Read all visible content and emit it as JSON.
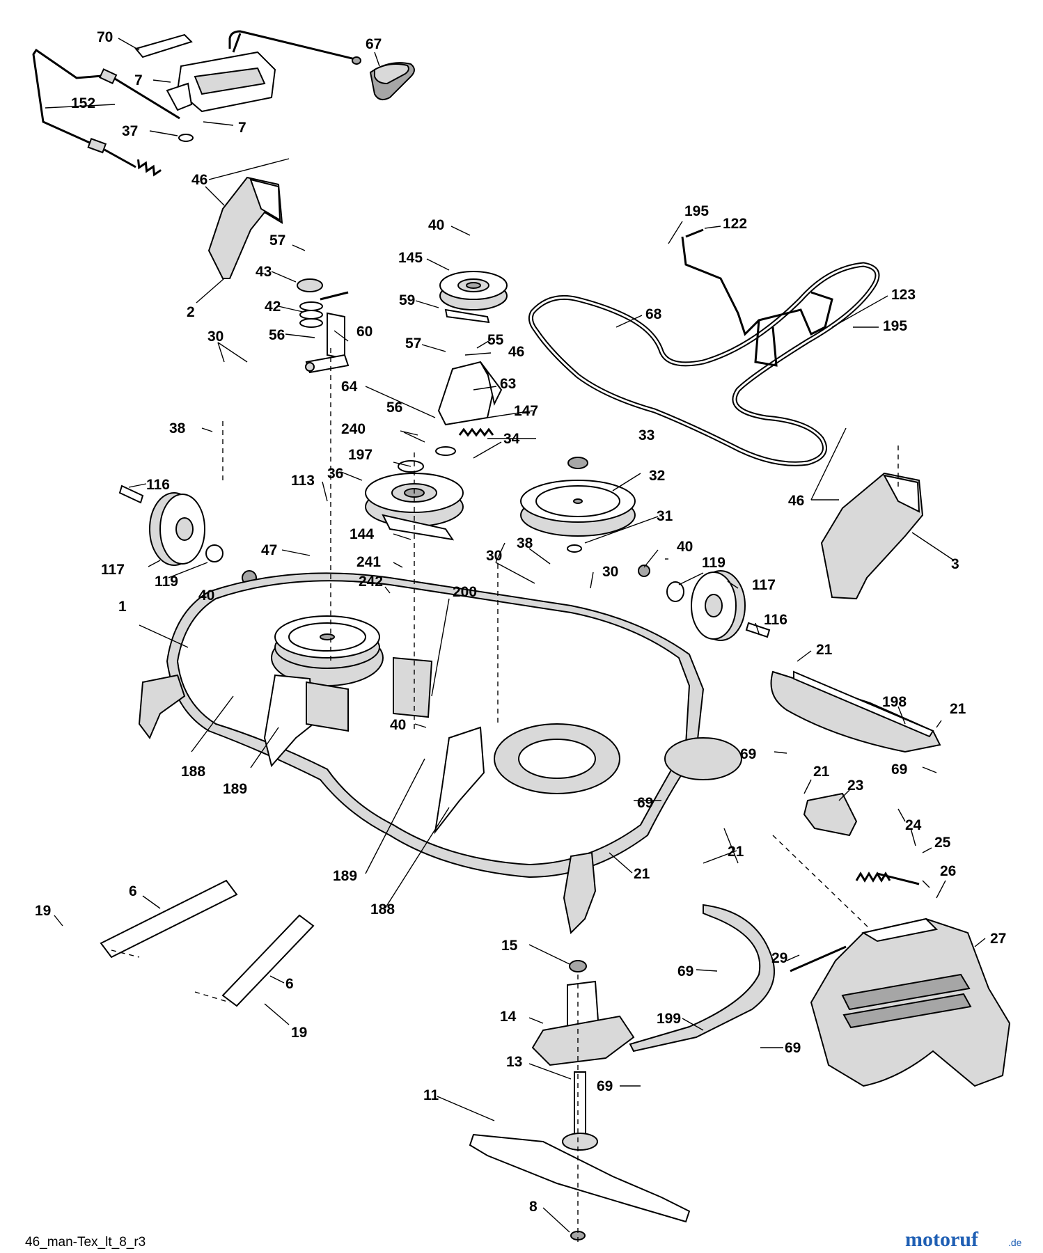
{
  "diagram": {
    "figure_code": "46_man-Tex_lt_8_r3",
    "watermark": {
      "name": "motoruf",
      "suffix": ".de"
    }
  },
  "labels": [
    {
      "text": "70"
    },
    {
      "text": "67"
    },
    {
      "text": "7"
    },
    {
      "text": "152"
    },
    {
      "text": "7"
    },
    {
      "text": "37"
    },
    {
      "text": "46"
    },
    {
      "text": "40"
    },
    {
      "text": "195"
    },
    {
      "text": "122"
    },
    {
      "text": "57"
    },
    {
      "text": "145"
    },
    {
      "text": "43"
    },
    {
      "text": "59"
    },
    {
      "text": "2"
    },
    {
      "text": "42"
    },
    {
      "text": "123"
    },
    {
      "text": "68"
    },
    {
      "text": "195"
    },
    {
      "text": "60"
    },
    {
      "text": "30"
    },
    {
      "text": "56"
    },
    {
      "text": "57"
    },
    {
      "text": "55"
    },
    {
      "text": "46"
    },
    {
      "text": "64"
    },
    {
      "text": "63"
    },
    {
      "text": "147"
    },
    {
      "text": "38"
    },
    {
      "text": "240"
    },
    {
      "text": "56"
    },
    {
      "text": "34"
    },
    {
      "text": "33"
    },
    {
      "text": "197"
    },
    {
      "text": "36"
    },
    {
      "text": "32"
    },
    {
      "text": "116"
    },
    {
      "text": "113"
    },
    {
      "text": "46"
    },
    {
      "text": "31"
    },
    {
      "text": "3"
    },
    {
      "text": "144"
    },
    {
      "text": "47"
    },
    {
      "text": "117"
    },
    {
      "text": "119"
    },
    {
      "text": "38"
    },
    {
      "text": "30"
    },
    {
      "text": "40"
    },
    {
      "text": "241"
    },
    {
      "text": "119"
    },
    {
      "text": "40"
    },
    {
      "text": "242"
    },
    {
      "text": "30"
    },
    {
      "text": "117"
    },
    {
      "text": "200"
    },
    {
      "text": "1"
    },
    {
      "text": "116"
    },
    {
      "text": "21"
    },
    {
      "text": "198"
    },
    {
      "text": "21"
    },
    {
      "text": "40"
    },
    {
      "text": "69"
    },
    {
      "text": "188"
    },
    {
      "text": "189"
    },
    {
      "text": "21"
    },
    {
      "text": "23"
    },
    {
      "text": "69"
    },
    {
      "text": "69"
    },
    {
      "text": "24"
    },
    {
      "text": "25"
    },
    {
      "text": "21"
    },
    {
      "text": "189"
    },
    {
      "text": "21"
    },
    {
      "text": "26"
    },
    {
      "text": "19"
    },
    {
      "text": "6"
    },
    {
      "text": "188"
    },
    {
      "text": "29"
    },
    {
      "text": "27"
    },
    {
      "text": "15"
    },
    {
      "text": "69"
    },
    {
      "text": "6"
    },
    {
      "text": "14"
    },
    {
      "text": "199"
    },
    {
      "text": "19"
    },
    {
      "text": "69"
    },
    {
      "text": "13"
    },
    {
      "text": "69"
    },
    {
      "text": "11"
    },
    {
      "text": "8"
    }
  ]
}
